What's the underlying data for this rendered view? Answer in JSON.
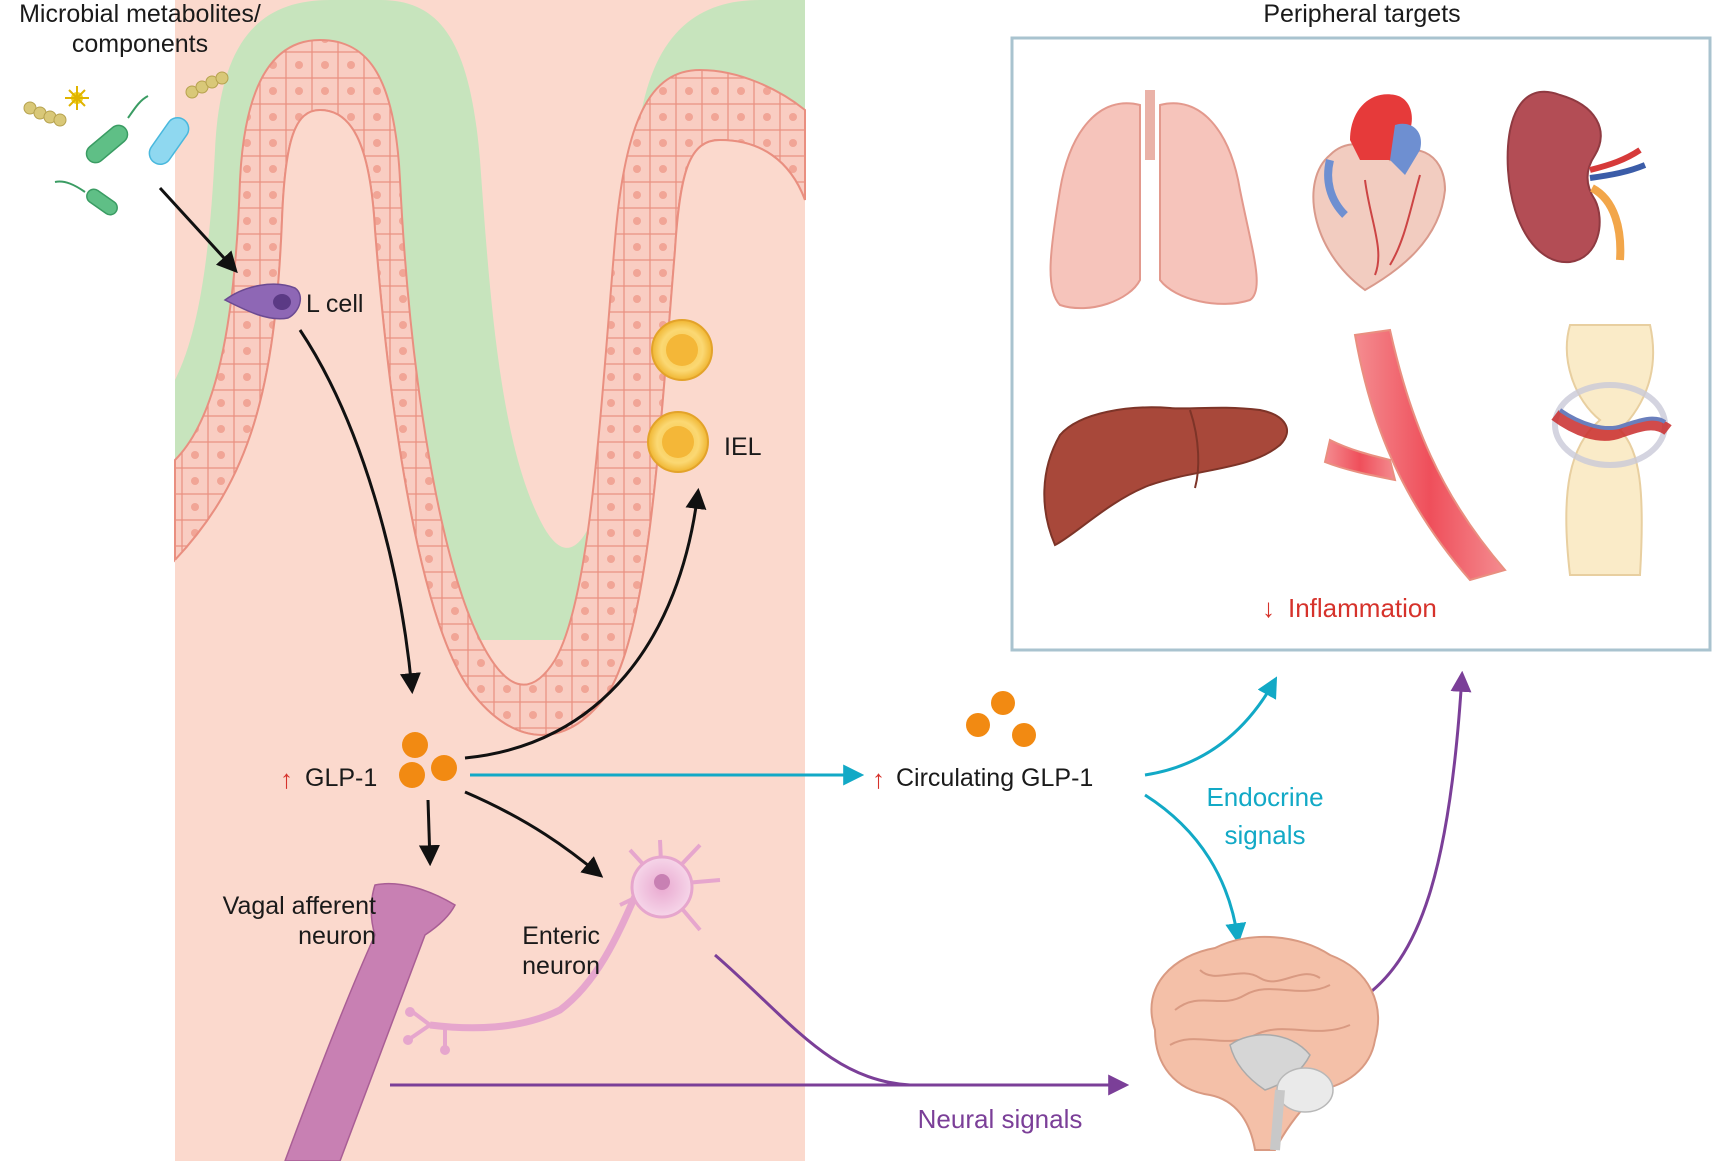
{
  "labels": {
    "microbial_line1": "Microbial metabolites/",
    "microbial_line2": "components",
    "l_cell": "L cell",
    "iel": "IEL",
    "glp1": "GLP-1",
    "vagal_line1": "Vagal afferent",
    "vagal_line2": "neuron",
    "enteric_line1": "Enteric",
    "enteric_line2": "neuron",
    "circulating_glp1": "Circulating GLP-1",
    "endocrine_line1": "Endocrine",
    "endocrine_line2": "signals",
    "neural_signals": "Neural signals",
    "peripheral_targets": "Peripheral targets",
    "inflammation": "Inflammation"
  },
  "icons": {
    "up_arrow": "↑",
    "down_arrow": "↓"
  },
  "colors": {
    "lamina": "#fbd9cd",
    "mucus": "#c7e4bd",
    "epithelium": "#f7c2b6",
    "epithelium_edge": "#e98f80",
    "glp1_dot": "#f28a12",
    "endocrine_cyan": "#12a9c6",
    "neural_purple": "#7b3f98",
    "red_marker": "#d6322b",
    "box_border": "#a9c3cf",
    "arrow_black": "#111111"
  }
}
